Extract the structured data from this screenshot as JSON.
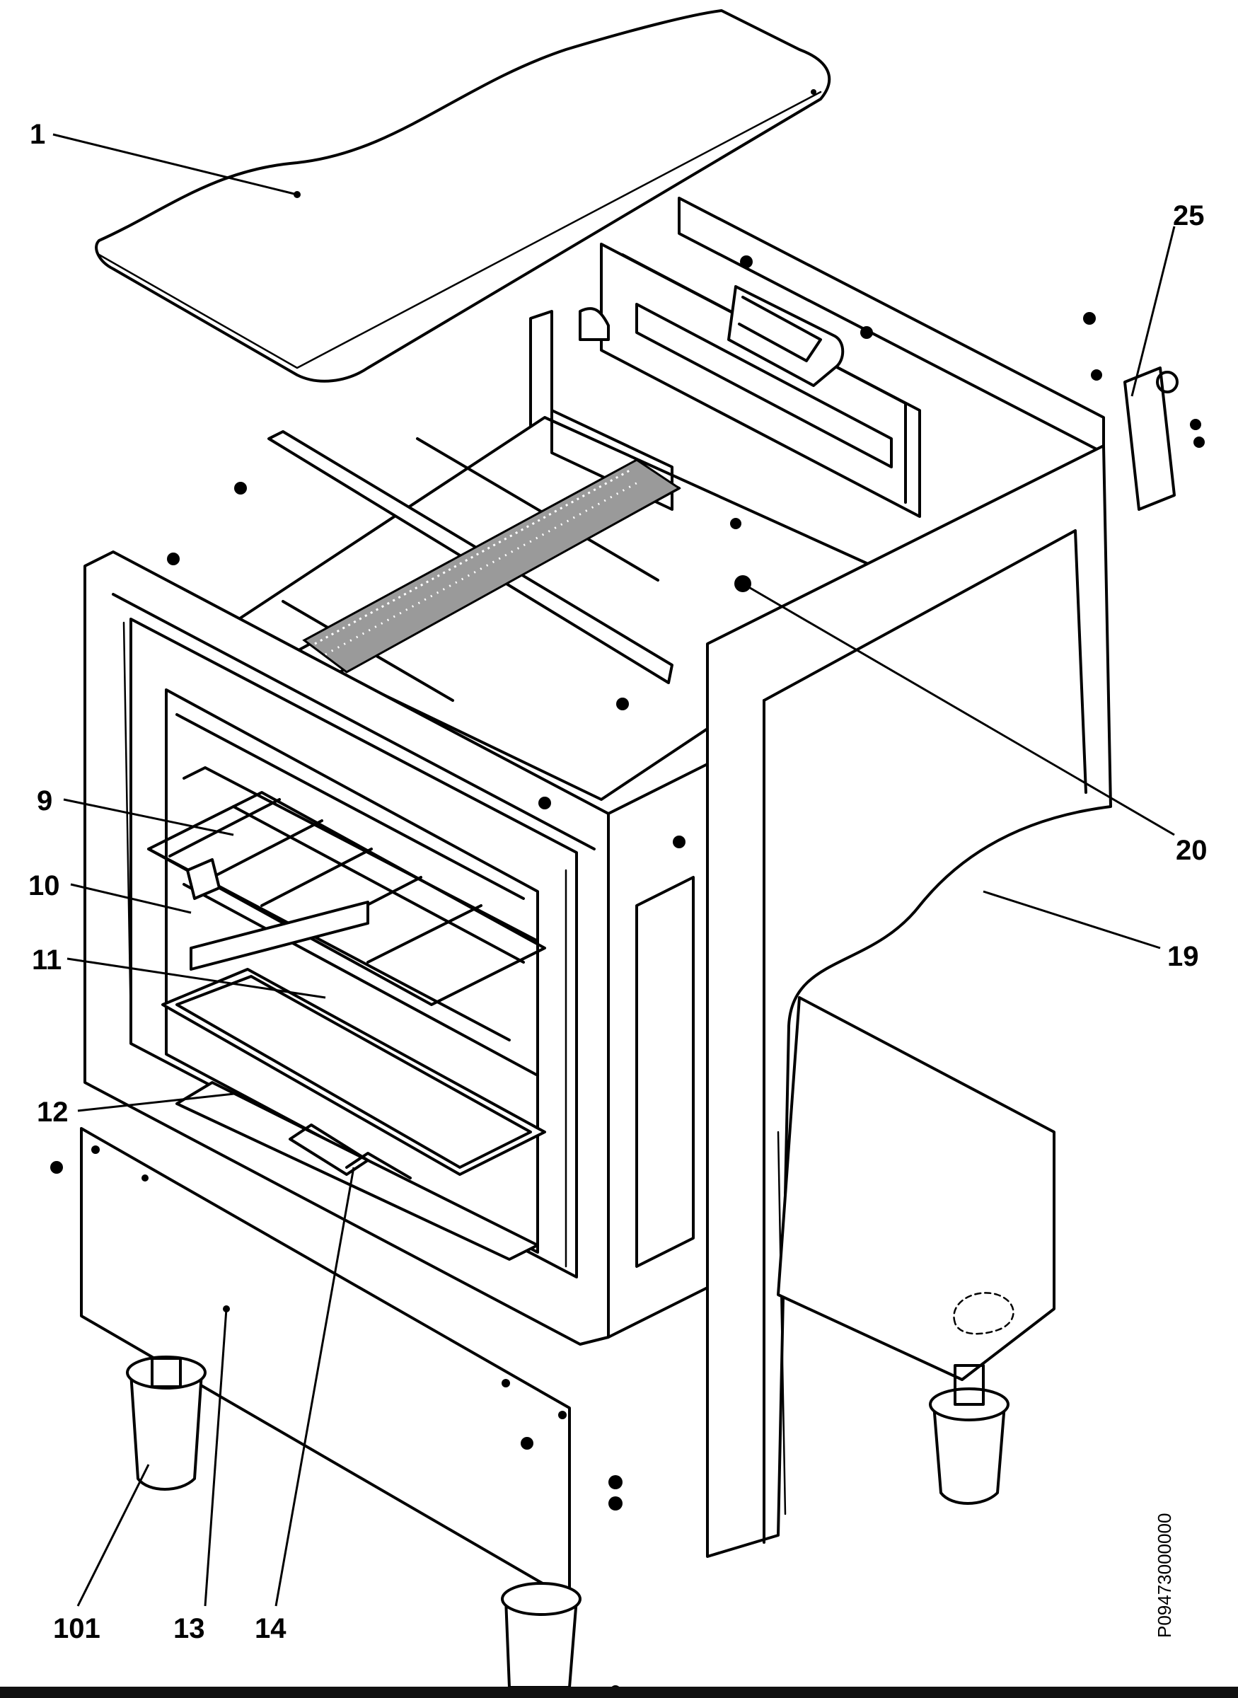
{
  "diagram": {
    "part_labels": [
      {
        "id": "1",
        "text": "1"
      },
      {
        "id": "25",
        "text": "25"
      },
      {
        "id": "9",
        "text": "9"
      },
      {
        "id": "10",
        "text": "10"
      },
      {
        "id": "11",
        "text": "11"
      },
      {
        "id": "12",
        "text": "12"
      },
      {
        "id": "20",
        "text": "20"
      },
      {
        "id": "19",
        "text": "19"
      },
      {
        "id": "101",
        "text": "101"
      },
      {
        "id": "13",
        "text": "13"
      },
      {
        "id": "14",
        "text": "14"
      }
    ],
    "reference_code": "P09473000000"
  },
  "colors": {
    "ink": "#000000",
    "background": "#ffffff"
  }
}
